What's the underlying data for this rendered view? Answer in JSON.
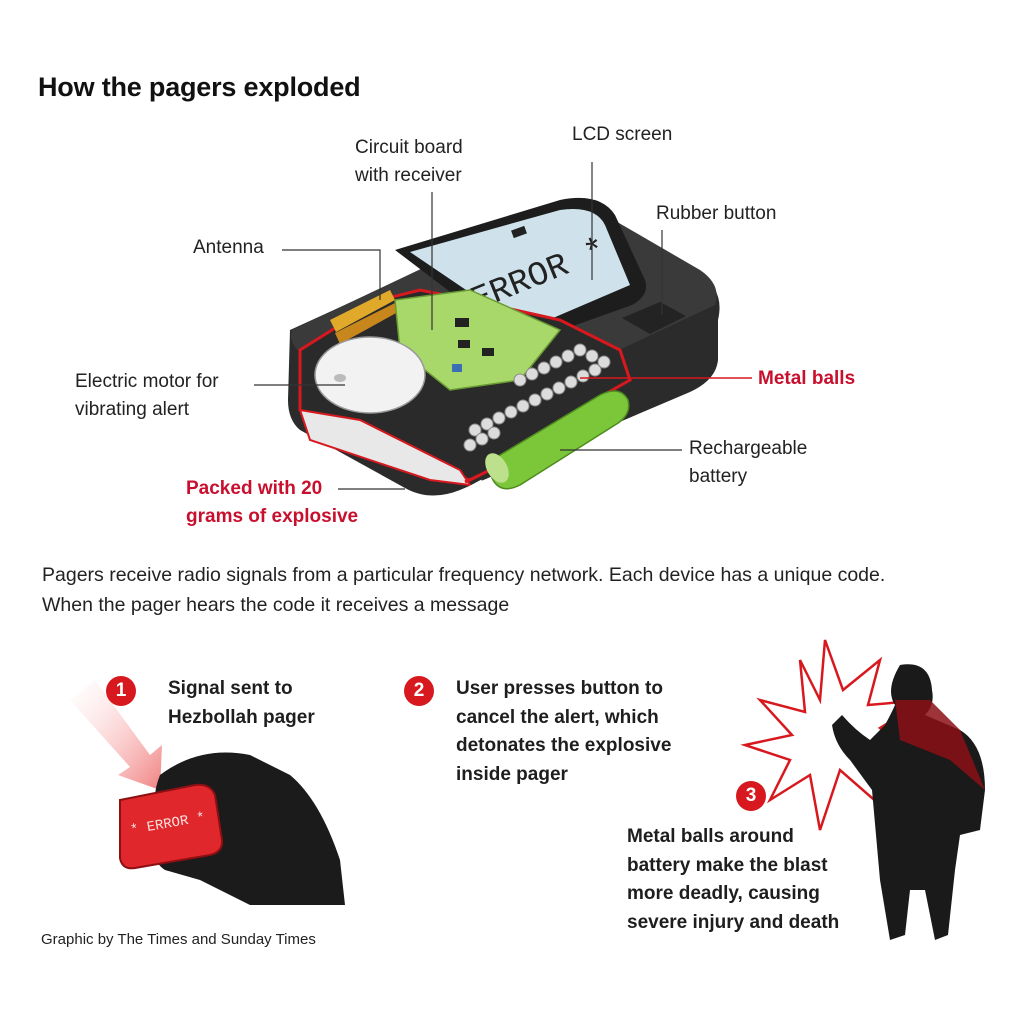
{
  "title": "How the pagers exploded",
  "labels": {
    "circuit_board": "Circuit board\nwith receiver",
    "lcd_screen": "LCD screen",
    "rubber_button": "Rubber button",
    "antenna": "Antenna",
    "electric_motor": "Electric motor for\nvibrating alert",
    "metal_balls": "Metal balls",
    "battery": "Rechargeable\nbattery",
    "explosive": "Packed with 20\ngrams of explosive"
  },
  "screen_text": "ERROR *",
  "description": [
    "Pagers receive radio signals from a particular frequency network. Each device has a unique code.",
    "When the pager hears the code it receives a message"
  ],
  "steps": [
    {
      "number": "1",
      "text": "Signal sent to\nHezbollah pager"
    },
    {
      "number": "2",
      "text": "User presses button to\ncancel the alert, which\ndetonates the explosive\ninside pager"
    },
    {
      "number": "3",
      "text": "Metal balls around\nbattery make the blast\nmore deadly, causing\nsevere injury and death"
    }
  ],
  "hand_pager_text": "* ERROR *",
  "credit": "Graphic by The Times and Sunday Times",
  "colors": {
    "accent_red": "#d7191f",
    "battery_green": "#7cc63a",
    "board_green": "#a8d86a",
    "lcd": "#cfe2ec"
  }
}
